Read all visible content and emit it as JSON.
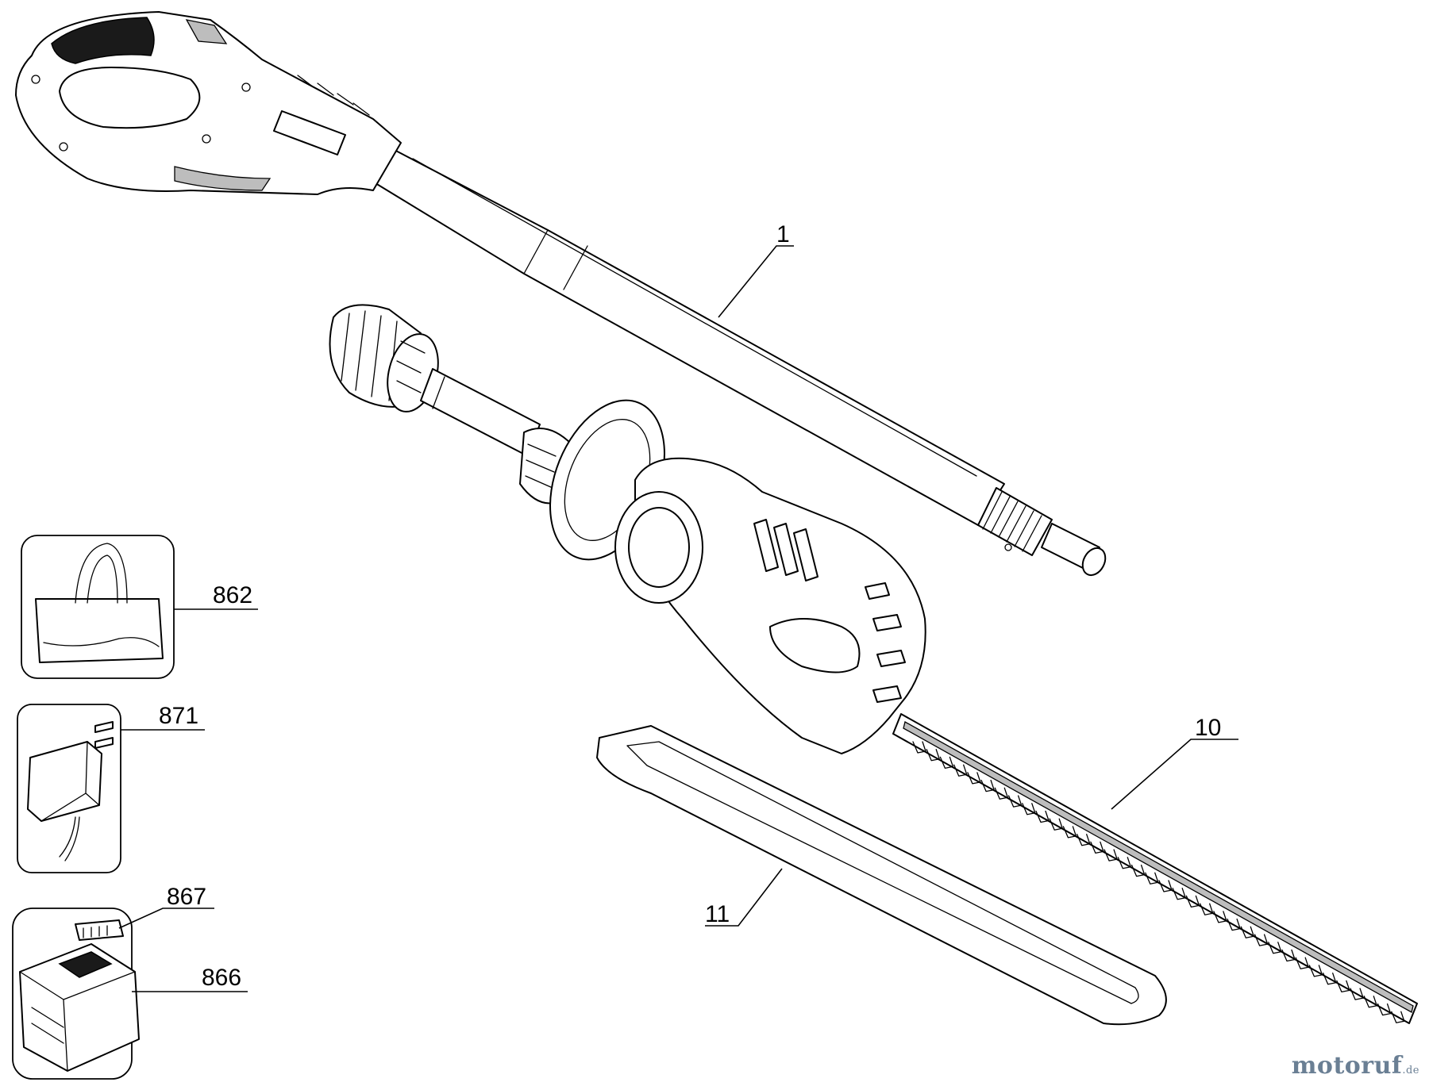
{
  "diagram": {
    "labels": {
      "pole": "1",
      "blade": "10",
      "blade_cover": "11",
      "bag": "862",
      "charger": "871",
      "battery_terminal": "867",
      "battery": "866"
    }
  },
  "watermark": {
    "main": "motoruf",
    "tld": ".de"
  }
}
